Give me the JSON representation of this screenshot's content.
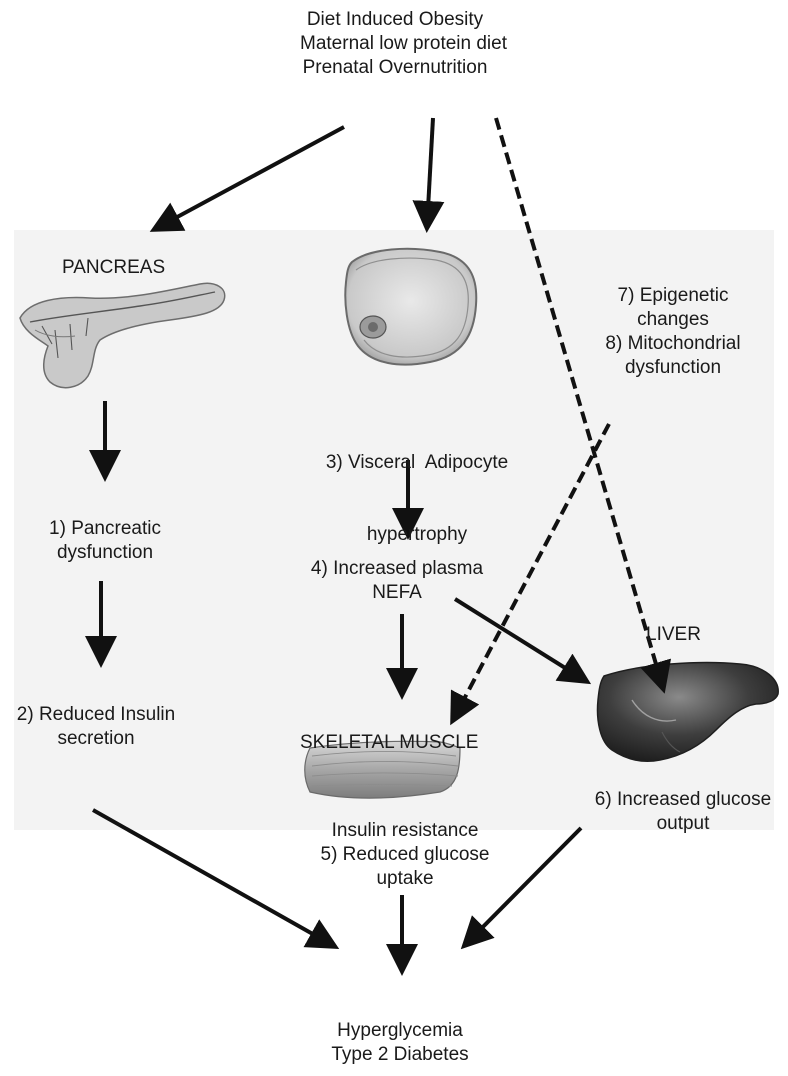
{
  "colors": {
    "text": "#1a1a1a",
    "arrow": "#111111",
    "panel": "#f3f3f3"
  },
  "icons": {
    "pancreas": "pancreas-icon",
    "adipocyte": "adipocyte-icon",
    "muscle": "skeletal-muscle-icon",
    "liver": "liver-icon"
  },
  "nodes": {
    "causes": [
      "Diet Induced Obesity",
      "Maternal low protein diet",
      "Prenatal Overnutrition"
    ],
    "pancreas": [
      "PANCREAS"
    ],
    "epigenetic": [
      "7) Epigenetic",
      "changes",
      "8) Mitochondrial",
      "dysfunction"
    ],
    "adipocyte": [
      "3) Visceral  Adipocyte",
      "hypertrophy"
    ],
    "pancreatic_dysfunction": [
      "1) Pancreatic",
      "dysfunction"
    ],
    "nefa": [
      "4) Increased plasma",
      "NEFA"
    ],
    "liver": [
      "LIVER"
    ],
    "insulin_secretion": [
      "2) Reduced Insulin",
      "secretion"
    ],
    "skeletal_muscle": [
      "SKELETAL MUSCLE"
    ],
    "glucose_output": [
      "6) Increased glucose",
      "output"
    ],
    "glucose_uptake": [
      "Insulin resistance",
      "5) Reduced glucose",
      "uptake"
    ],
    "outcome": [
      "Hyperglycemia",
      "Type 2 Diabetes"
    ]
  },
  "edges": [
    {
      "from": "causes",
      "to": "pancreas",
      "style": "solid"
    },
    {
      "from": "causes",
      "to": "adipocyte",
      "style": "solid"
    },
    {
      "from": "causes",
      "to": "liver",
      "style": "dashed"
    },
    {
      "from": "epigenetic",
      "to": "skeletal_muscle",
      "style": "dashed"
    },
    {
      "from": "pancreas",
      "to": "pancreatic_dysfunction",
      "style": "solid"
    },
    {
      "from": "pancreatic_dysfunction",
      "to": "insulin_secretion",
      "style": "solid"
    },
    {
      "from": "adipocyte",
      "to": "nefa",
      "style": "solid"
    },
    {
      "from": "nefa",
      "to": "skeletal_muscle",
      "style": "solid"
    },
    {
      "from": "nefa",
      "to": "liver",
      "style": "solid"
    },
    {
      "from": "insulin_secretion",
      "to": "outcome",
      "style": "solid"
    },
    {
      "from": "glucose_uptake",
      "to": "outcome",
      "style": "solid"
    },
    {
      "from": "glucose_output",
      "to": "outcome",
      "style": "solid"
    }
  ]
}
